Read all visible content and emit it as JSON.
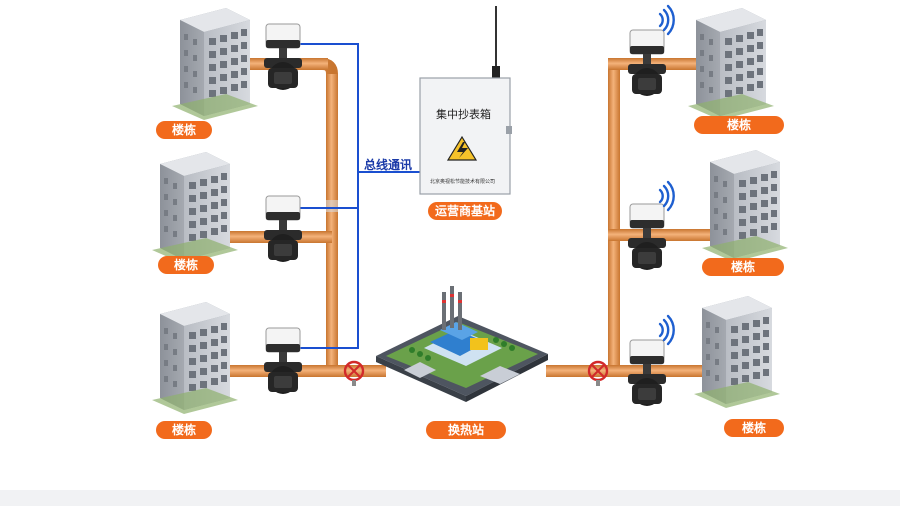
{
  "labels": {
    "building": "楼栋",
    "bus": "总线通讯",
    "box_title": "集中抄表箱",
    "box_company": "北京奥视松节能技术有限公司",
    "base_station": "运营商基站",
    "heat_station": "换热站"
  },
  "colors": {
    "pipe": "#e2924a",
    "label_bg": "#f26a1c",
    "bus_wire": "#1a4fd0",
    "box_fill": "#f2f3f5",
    "valve_red": "#d22a2a"
  }
}
